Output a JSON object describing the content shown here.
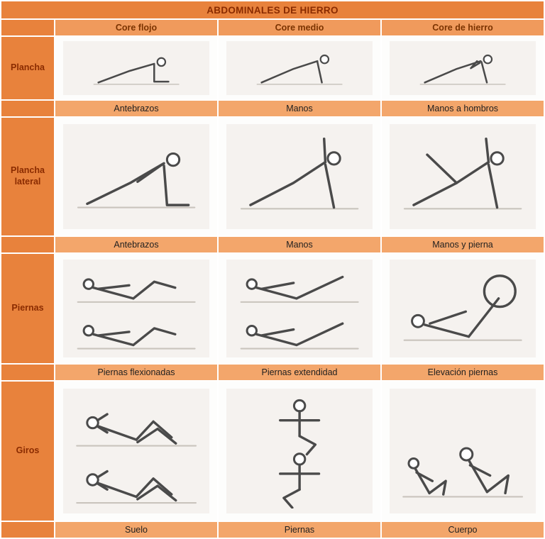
{
  "title": "ABDOMINALES DE HIERRO",
  "columns": [
    {
      "label": "Core flojo"
    },
    {
      "label": "Core medio"
    },
    {
      "label": "Core de hierro"
    }
  ],
  "rows": [
    {
      "label": "Plancha",
      "cells": [
        {
          "illustration": "forearm-plank",
          "caption": "Antebrazos"
        },
        {
          "illustration": "hands-plank",
          "caption": "Manos"
        },
        {
          "illustration": "hand-to-shoulder-plank",
          "caption": "Manos a hombros"
        }
      ]
    },
    {
      "label": "Plancha lateral",
      "cells": [
        {
          "illustration": "side-plank-forearm",
          "caption": "Antebrazos"
        },
        {
          "illustration": "side-plank-hand-arm-up",
          "caption": "Manos"
        },
        {
          "illustration": "side-plank-star",
          "caption": "Manos y pierna"
        }
      ]
    },
    {
      "label": "Piernas",
      "cells": [
        {
          "illustration": "hollow-hold-bent-knees",
          "caption": "Piernas flexionadas"
        },
        {
          "illustration": "hollow-hold-straight-legs",
          "caption": "Piernas extendidad"
        },
        {
          "illustration": "leg-raise-with-ring",
          "caption": "Elevación piernas"
        }
      ]
    },
    {
      "label": "Giros",
      "cells": [
        {
          "illustration": "floor-twist-crunch",
          "caption": "Suelo"
        },
        {
          "illustration": "leg-rotation-twist",
          "caption": "Piernas"
        },
        {
          "illustration": "seated-body-twist",
          "caption": "Cuerpo"
        }
      ]
    }
  ],
  "colors": {
    "header_orange": "#e8823c",
    "subheader_orange": "#f09a5c",
    "caption_orange": "#f3a66b",
    "title_text": "#8a2b00",
    "caption_text": "#1f1f1f",
    "grid_lines": "#ffffff"
  }
}
